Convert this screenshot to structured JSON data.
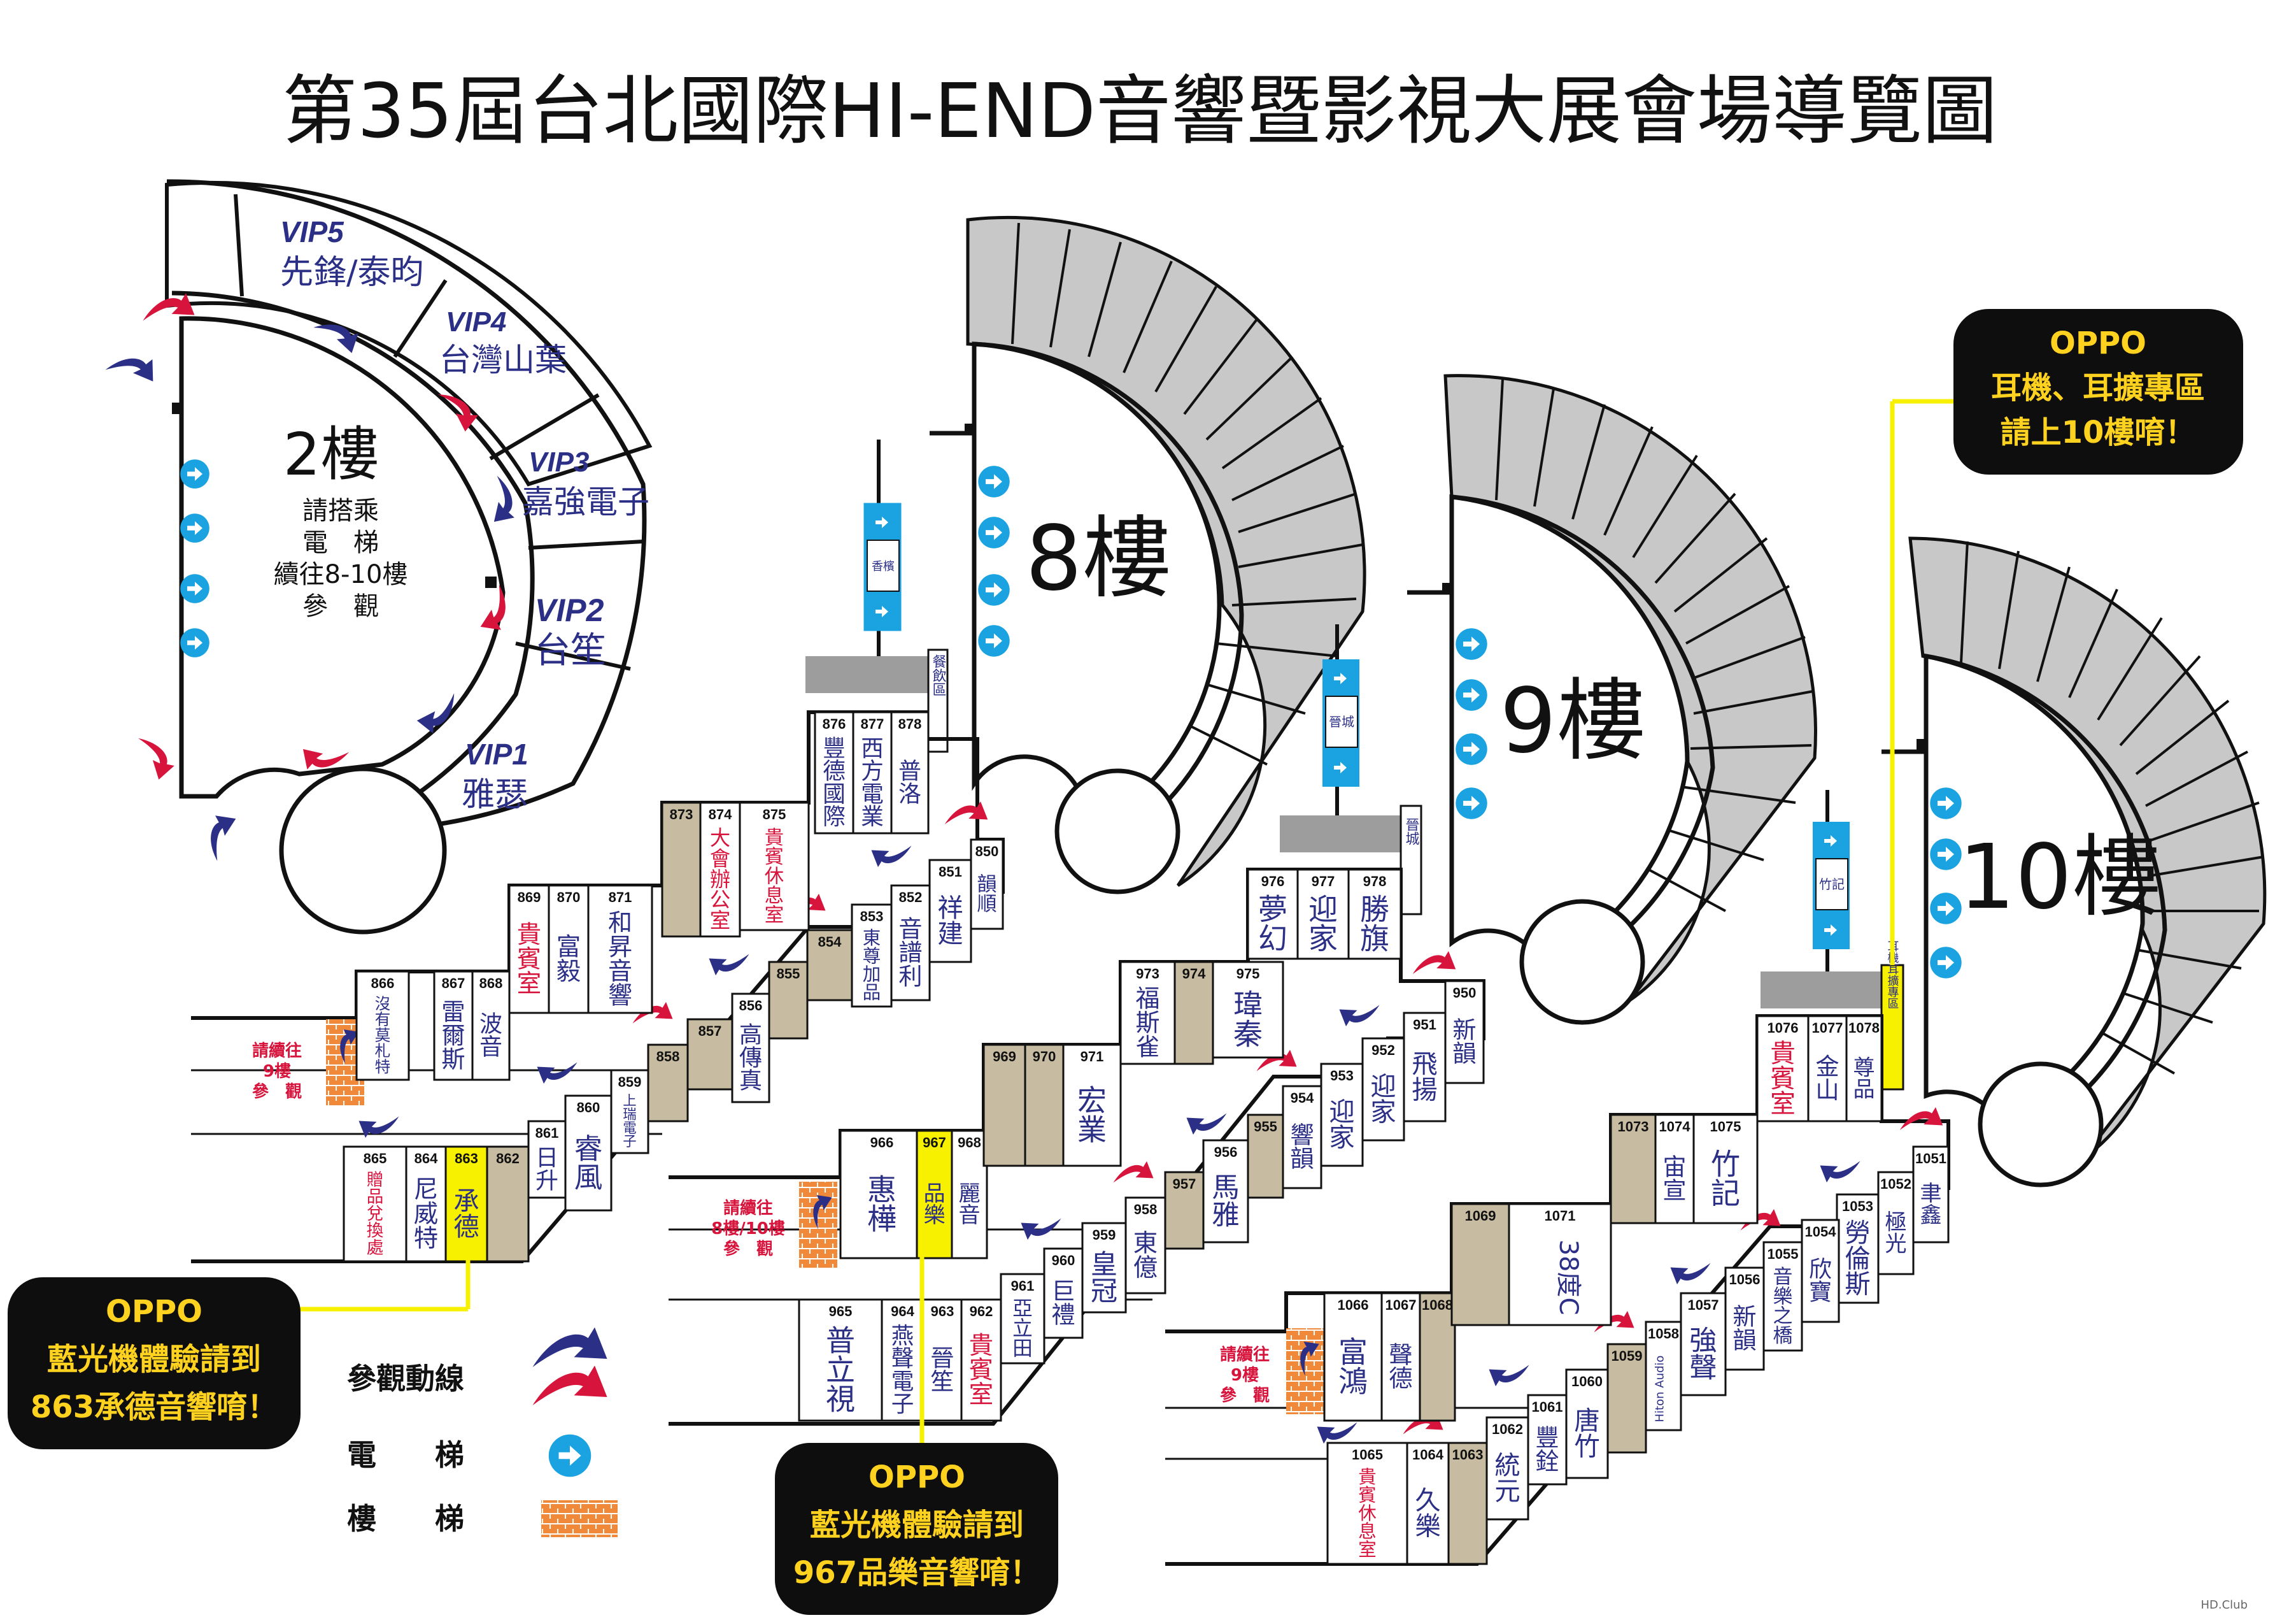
{
  "title": "第35屆台北國際HI-END音響暨影視大展會場導覽圖",
  "colors": {
    "navy": "#2b2f86",
    "red": "#d7143c",
    "elevator": "#1aa3e0",
    "stairs": "#f08a3a",
    "tan": "#c7bba1",
    "gray": "#c8c8c8",
    "callout_bg": "#0e0e0e",
    "callout_text": "#ffd21f",
    "highlight": "#f7f100"
  },
  "floor2": {
    "label": "2樓",
    "notice": [
      "請搭乘",
      "電　梯",
      "續往8-10樓",
      "參　觀"
    ],
    "vip": [
      {
        "code": "VIP5",
        "name": "先鋒/泰昀"
      },
      {
        "code": "VIP4",
        "name": "台灣山葉"
      },
      {
        "code": "VIP3",
        "name": "嘉強電子"
      },
      {
        "code": "VIP2",
        "name": "台笙"
      },
      {
        "code": "VIP1",
        "name": "雅瑟"
      }
    ]
  },
  "floor8": {
    "label": "8樓",
    "side_labels": [
      "香檳",
      "餐飲區"
    ],
    "stair_note": [
      "請續往",
      "9樓",
      "參　觀"
    ],
    "rooms": [
      {
        "no": "850",
        "name": "韻順"
      },
      {
        "no": "851",
        "name": "祥建"
      },
      {
        "no": "852",
        "name": "音譜利"
      },
      {
        "no": "853",
        "name": "東尊加品"
      },
      {
        "no": "854",
        "name": ""
      },
      {
        "no": "855",
        "name": ""
      },
      {
        "no": "856",
        "name": "高傳真"
      },
      {
        "no": "857",
        "name": ""
      },
      {
        "no": "858",
        "name": ""
      },
      {
        "no": "859",
        "name": "上瑞電子"
      },
      {
        "no": "860",
        "name": "睿風"
      },
      {
        "no": "861",
        "name": "日升"
      },
      {
        "no": "862",
        "name": ""
      },
      {
        "no": "863",
        "name": "承德"
      },
      {
        "no": "864",
        "name": "尼威特"
      },
      {
        "no": "865",
        "name": "贈品兌換處"
      },
      {
        "no": "866",
        "name": "沒有莫札特"
      },
      {
        "no": "867",
        "name": "雷爾斯"
      },
      {
        "no": "868",
        "name": "波音"
      },
      {
        "no": "869",
        "name": "貴賓室"
      },
      {
        "no": "870",
        "name": "富毅"
      },
      {
        "no": "871",
        "name": "和昇音響"
      },
      {
        "no": "873",
        "name": ""
      },
      {
        "no": "874",
        "name": "大會辦公室"
      },
      {
        "no": "875",
        "name": "貴賓休息室"
      },
      {
        "no": "876",
        "name": "豐德國際"
      },
      {
        "no": "877",
        "name": "西方電業"
      },
      {
        "no": "878",
        "name": "普洛"
      }
    ]
  },
  "floor9": {
    "label": "9樓",
    "side_labels": [
      "晉城",
      "晉城"
    ],
    "stair_note": [
      "請續往",
      "8樓/10樓",
      "參　觀"
    ],
    "rooms": [
      {
        "no": "950",
        "name": "新韻"
      },
      {
        "no": "951",
        "name": "飛揚"
      },
      {
        "no": "952",
        "name": "迎家"
      },
      {
        "no": "953",
        "name": "迎家"
      },
      {
        "no": "954",
        "name": "響韻"
      },
      {
        "no": "955",
        "name": ""
      },
      {
        "no": "956",
        "name": "馬雅"
      },
      {
        "no": "957",
        "name": ""
      },
      {
        "no": "958",
        "name": "東億"
      },
      {
        "no": "959",
        "name": "皇冠"
      },
      {
        "no": "960",
        "name": "巨禮"
      },
      {
        "no": "961",
        "name": "亞立田"
      },
      {
        "no": "962",
        "name": "貴賓室"
      },
      {
        "no": "963",
        "name": "晉笙"
      },
      {
        "no": "964",
        "name": "燕聲電子"
      },
      {
        "no": "965",
        "name": "普立視"
      },
      {
        "no": "966",
        "name": "惠樺"
      },
      {
        "no": "967",
        "name": "品樂"
      },
      {
        "no": "968",
        "name": "麗音"
      },
      {
        "no": "969",
        "name": ""
      },
      {
        "no": "970",
        "name": ""
      },
      {
        "no": "971",
        "name": "宏業"
      },
      {
        "no": "973",
        "name": "福斯雀"
      },
      {
        "no": "974",
        "name": ""
      },
      {
        "no": "975",
        "name": "瑋秦"
      },
      {
        "no": "976",
        "name": "夢幻"
      },
      {
        "no": "977",
        "name": "迎家"
      },
      {
        "no": "978",
        "name": "勝旗"
      }
    ]
  },
  "floor10": {
    "label": "10樓",
    "side_labels": [
      "竹記",
      "耳機耳擴專區"
    ],
    "stair_note": [
      "請續往",
      "9樓",
      "參　觀"
    ],
    "rooms": [
      {
        "no": "1051",
        "name": "聿鑫"
      },
      {
        "no": "1052",
        "name": "極光"
      },
      {
        "no": "1053",
        "name": "勞倫斯"
      },
      {
        "no": "1054",
        "name": "欣寶"
      },
      {
        "no": "1055",
        "name": "音樂之橋"
      },
      {
        "no": "1056",
        "name": "新韻"
      },
      {
        "no": "1057",
        "name": "強聲"
      },
      {
        "no": "1058",
        "name": "Hiton Audio"
      },
      {
        "no": "1059",
        "name": ""
      },
      {
        "no": "1060",
        "name": "唐竹"
      },
      {
        "no": "1061",
        "name": "豐銓"
      },
      {
        "no": "1062",
        "name": "統元"
      },
      {
        "no": "1063",
        "name": ""
      },
      {
        "no": "1064",
        "name": "久樂"
      },
      {
        "no": "1065",
        "name": "貴賓休息室"
      },
      {
        "no": "1066",
        "name": "富鴻"
      },
      {
        "no": "1067",
        "name": "聲德"
      },
      {
        "no": "1068",
        "name": ""
      },
      {
        "no": "1069",
        "name": ""
      },
      {
        "no": "1071",
        "name": "38度C"
      },
      {
        "no": "1073",
        "name": ""
      },
      {
        "no": "1074",
        "name": "宙宣"
      },
      {
        "no": "1075",
        "name": "竹記"
      },
      {
        "no": "1076",
        "name": "貴賓室"
      },
      {
        "no": "1077",
        "name": "金山"
      },
      {
        "no": "1078",
        "name": "尊品"
      }
    ]
  },
  "callouts": [
    {
      "lines": [
        "OPPO",
        "藍光機體驗請到",
        "863承德音響唷！"
      ]
    },
    {
      "lines": [
        "OPPO",
        "藍光機體驗請到",
        "967品樂音響唷！"
      ]
    },
    {
      "lines": [
        "OPPO",
        "耳機、耳擴專區",
        "請上10樓唷！"
      ]
    }
  ],
  "legend": {
    "route": "參觀動線",
    "elevator": "電　　梯",
    "stairs": "樓　　梯"
  },
  "watermark": "HD.Club"
}
